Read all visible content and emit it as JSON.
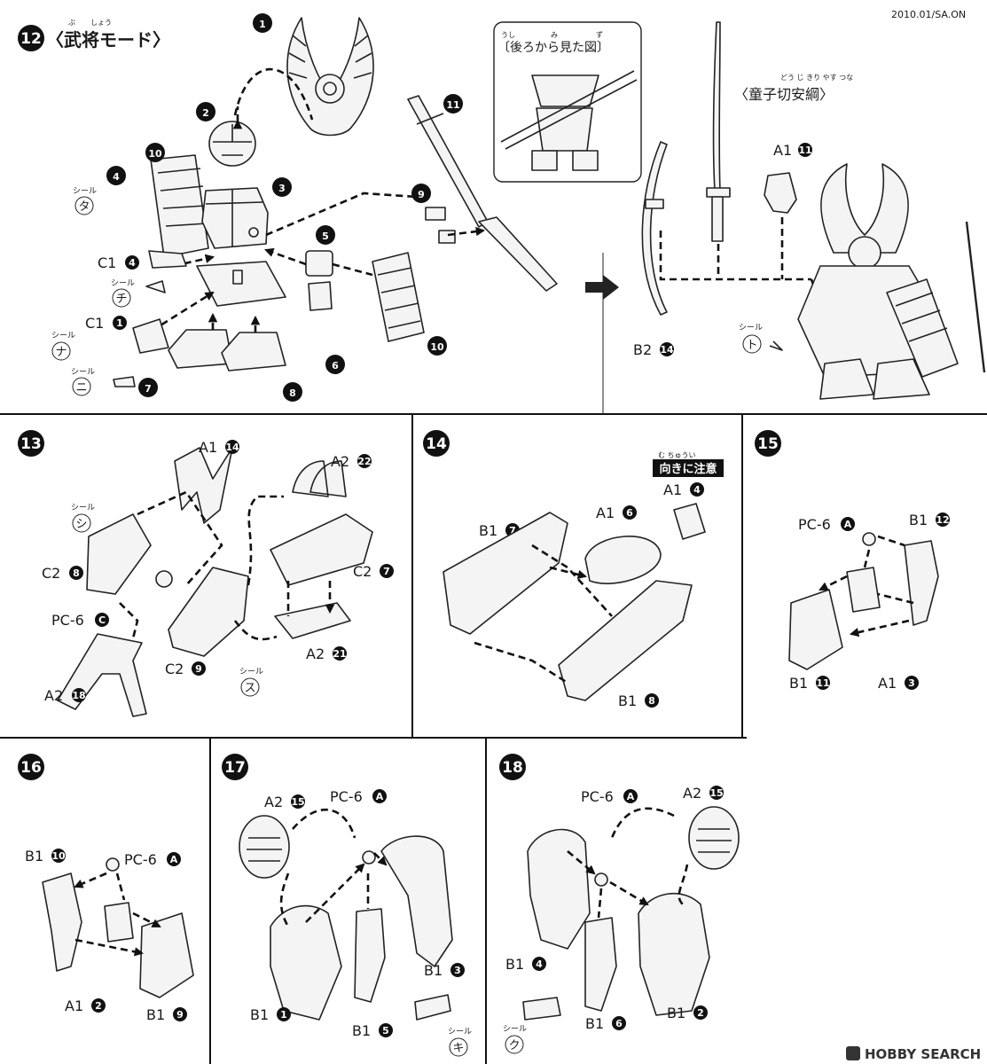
{
  "header": {
    "code": "2010.01/SA.ON"
  },
  "step12": {
    "num": "12",
    "title": "〈武将モード〉",
    "ruby_bu": "ぶ",
    "ruby_shou": "しょう",
    "callouts": [
      "1",
      "2",
      "3",
      "4",
      "5",
      "6",
      "7",
      "8",
      "9",
      "10",
      "11",
      "10"
    ],
    "c1_4": "C1",
    "c1_4n": "4",
    "c1_1": "C1",
    "c1_1n": "1",
    "seal": "シール",
    "seal_ta": "タ",
    "seal_chi": "チ",
    "seal_na": "ナ",
    "seal_ni": "ニ",
    "back_view": "〔後ろから見た図〕",
    "back_ruby1": "うし",
    "back_ruby2": "み",
    "back_ruby3": "ず",
    "sword_name": "〈童子切安綱〉",
    "sword_ruby": "どう じ きり やす つな",
    "a1_11": "A1",
    "a1_11n": "11",
    "b2_14": "B2",
    "b2_14n": "14",
    "seal_to": "ト"
  },
  "step13": {
    "num": "13",
    "a1_14": "A1",
    "a1_14n": "14",
    "a2_22": "A2",
    "a2_22n": "22",
    "c2_8": "C2",
    "c2_8n": "8",
    "c2_7": "C2",
    "c2_7n": "7",
    "pc6c": "PC-6",
    "pc6cn": "C",
    "c2_9": "C2",
    "c2_9n": "9",
    "a2_18": "A2",
    "a2_18n": "18",
    "a2_21": "A2",
    "a2_21n": "21",
    "seal_shi": "シ",
    "seal_su": "ス"
  },
  "step14": {
    "num": "14",
    "notice": "向きに注意",
    "notice_ruby": "む      ちゅうい",
    "a1_4": "A1",
    "a1_4n": "4",
    "a1_6": "A1",
    "a1_6n": "6",
    "b1_7": "B1",
    "b1_7n": "7",
    "b1_8": "B1",
    "b1_8n": "8"
  },
  "step15": {
    "num": "15",
    "pc6a": "PC-6",
    "pc6an": "A",
    "b1_12": "B1",
    "b1_12n": "12",
    "b1_11": "B1",
    "b1_11n": "11",
    "a1_3": "A1",
    "a1_3n": "3"
  },
  "step16": {
    "num": "16",
    "b1_10": "B1",
    "b1_10n": "10",
    "pc6a": "PC-6",
    "pc6an": "A",
    "a1_2": "A1",
    "a1_2n": "2",
    "b1_9": "B1",
    "b1_9n": "9"
  },
  "step17": {
    "num": "17",
    "a2_15": "A2",
    "a2_15n": "15",
    "pc6a": "PC-6",
    "pc6an": "A",
    "b1_3": "B1",
    "b1_3n": "3",
    "b1_1": "B1",
    "b1_1n": "1",
    "b1_5": "B1",
    "b1_5n": "5",
    "seal_ki": "キ"
  },
  "step18": {
    "num": "18",
    "pc6a": "PC-6",
    "pc6an": "A",
    "a2_15": "A2",
    "a2_15n": "15",
    "b1_4": "B1",
    "b1_4n": "4",
    "b1_2": "B1",
    "b1_2n": "2",
    "b1_6": "B1",
    "b1_6n": "6",
    "seal_ku": "ク"
  },
  "footer": {
    "watermark": "HOBBY SEARCH"
  }
}
